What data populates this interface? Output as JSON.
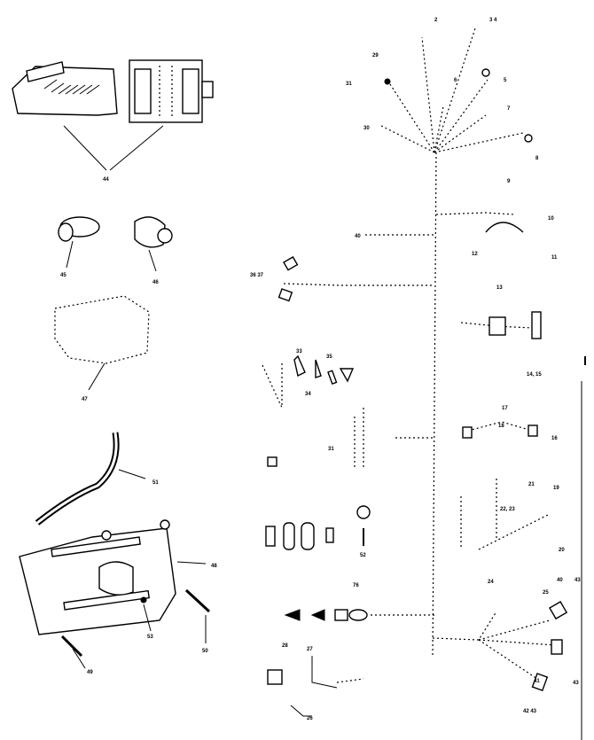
{
  "labels": {
    "l_2": "2",
    "l_3_4": "3 4",
    "l_5": "5",
    "l_6": "6",
    "l_7": "7",
    "l_8": "8",
    "l_9": "9",
    "l_10": "10",
    "l_11": "11",
    "l_12": "12",
    "l_13": "13",
    "l_14_15": "14, 15",
    "l_16": "16",
    "l_17": "17",
    "l_18": "18",
    "l_19": "19",
    "l_20": "20",
    "l_21": "21",
    "l_22_23": "22, 23",
    "l_24": "24",
    "l_25": "25",
    "l_26": "26",
    "l_27": "27",
    "l_28": "28",
    "l_29": "29",
    "l_30": "30",
    "l_31": "31",
    "l_33": "33",
    "l_34": "34",
    "l_35": "35",
    "l_36_37": "36 37",
    "l_40": "40",
    "l_41": "41",
    "l_42_43": "42 43",
    "l_43": "43",
    "l_44": "44",
    "l_45": "45",
    "l_46": "46",
    "l_47": "47",
    "l_48": "48",
    "l_49": "49",
    "l_50": "50",
    "l_51": "51",
    "l_52": "52",
    "l_53": "53",
    "l_76": "76"
  }
}
